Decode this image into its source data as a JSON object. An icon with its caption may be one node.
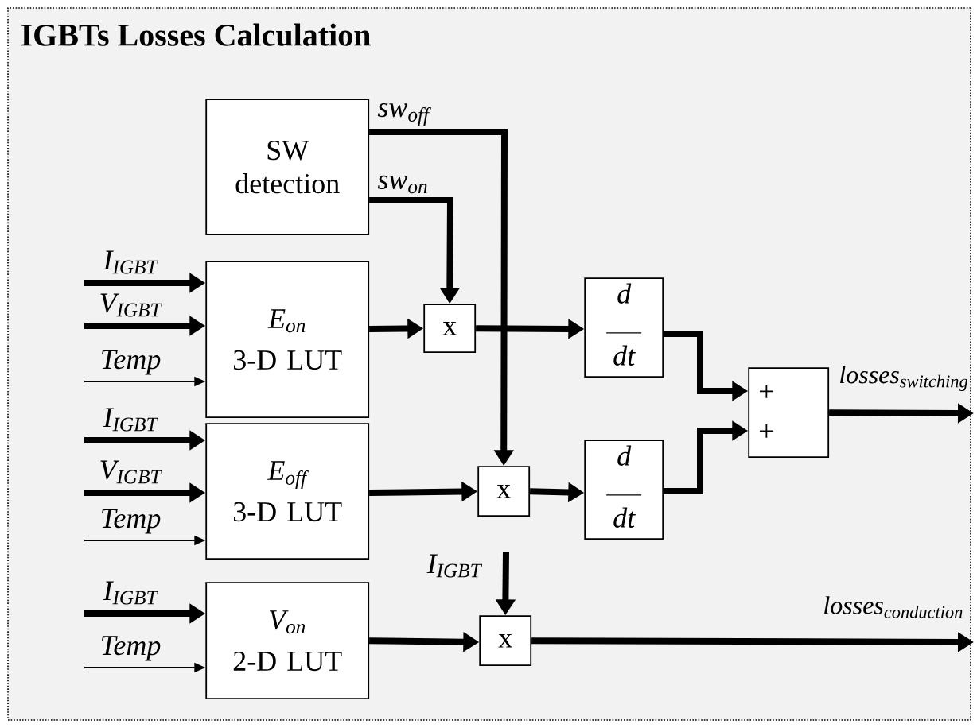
{
  "diagram": {
    "nodes": [
      {
        "text": [
          "IGBTs Losses Calculation"
        ]
      },
      {
        "text": [
          "SW detection"
        ],
        "in": 0
      },
      {
        "text": [
          "E$_{on}$",
          "3-D LUT"
        ],
        "in": 0
      },
      {
        "text": [
          "x"
        ],
        "in": 0
      },
      {
        "text": [
          "d",
          "dt"
        ],
        "in": 0
      },
      {
        "text": [
          "E$_{off}$",
          "3-D LUT"
        ],
        "in": 0
      },
      {
        "text": [
          "x"
        ],
        "in": 0
      },
      {
        "text": [
          "d",
          "dt"
        ],
        "in": 0
      },
      {
        "text": [
          "+",
          "+"
        ],
        "in": 0
      },
      {
        "text": [
          "V$_{on}$",
          "2-D LUT"
        ],
        "in": 0
      },
      {
        "text": [
          "x"
        ],
        "in": 0
      }
    ],
    "edges": [
      {
        "from": null,
        "to": 2,
        "arrow": "to",
        "label": "I$_{IGBT}$"
      },
      {
        "from": null,
        "to": 2,
        "arrow": "to",
        "label": "V$_{IGBT}$"
      },
      {
        "from": null,
        "to": 2,
        "arrow": "to",
        "label": "Temp"
      },
      {
        "from": null,
        "to": 5,
        "arrow": "to",
        "label": "I$_{IGBT}$"
      },
      {
        "from": null,
        "to": 5,
        "arrow": "to",
        "label": "V$_{IGBT}$"
      },
      {
        "from": null,
        "to": 5,
        "arrow": "to",
        "label": "Temp"
      },
      {
        "from": null,
        "to": 9,
        "arrow": "to",
        "label": "I$_{IGBT}$"
      },
      {
        "from": null,
        "to": 9,
        "arrow": "to",
        "label": "Temp"
      },
      {
        "from": 1,
        "to": 3,
        "arrow": "to",
        "label": "sw$_{on}$"
      },
      {
        "from": 1,
        "to": 6,
        "arrow": "to",
        "label": "sw$_{off}$"
      },
      {
        "from": 2,
        "to": 3,
        "arrow": "to"
      },
      {
        "from": 3,
        "to": 4,
        "arrow": "to"
      },
      {
        "from": 5,
        "to": 6,
        "arrow": "to"
      },
      {
        "from": 6,
        "to": 7,
        "arrow": "to"
      },
      {
        "from": 4,
        "to": 8,
        "arrow": "to"
      },
      {
        "from": 7,
        "to": 8,
        "arrow": "to"
      },
      {
        "from": 8,
        "to": null,
        "arrow": "to",
        "label": "\\mathit{losses}_{\\mathit{switching}}"
      },
      {
        "from": null,
        "to": 10,
        "arrow": "to",
        "label": "I$_{IGBT}$"
      },
      {
        "from": 9,
        "to": 10,
        "arrow": "to"
      },
      {
        "from": 10,
        "to": null,
        "arrow": "to",
        "label": "\\mathit{losses}_{\\mathit{conduction}}"
      }
    ]
  }
}
